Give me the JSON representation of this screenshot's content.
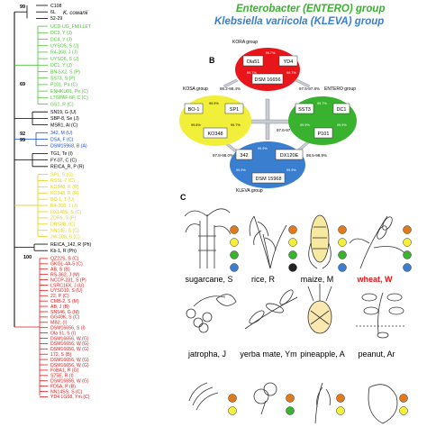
{
  "header": {
    "entero_group": "Enterobacter (ENTERO) group",
    "kleva_group": "Klebsiella variicola (KLEVA) group"
  },
  "panel_labels": {
    "b": "B",
    "c": "C"
  },
  "colors": {
    "kosa": "#f2ef3a",
    "kora": "#e8151b",
    "entero": "#39b22f",
    "kleva": "#3a7ed0",
    "tree_black": "#000000",
    "tree_green": "#4fc23a",
    "tree_blue": "#1f4fd8",
    "tree_yellow": "#e0d21e",
    "tree_red": "#e11a1a",
    "arrow_grey": "#c9cdd3"
  },
  "tree": {
    "top_species": "K. cowanii",
    "bootstrap": [
      "99",
      "69",
      "92",
      "99",
      "100"
    ],
    "black_top": [
      "C108",
      "6L",
      "52-29"
    ],
    "green": [
      "UCD-UG_FMILLET",
      "DC3, Y (J)",
      "DC4, Y (J)",
      "UYSO5, S (J)",
      "R4-368, J (J)",
      "UYSO6, S (J)",
      "DC1, Y (J)",
      "BN-5X2, S (P)",
      "SS73, S (P)",
      "P101, Pa (C)",
      "ENHKU01, Pe (C)",
      "LTGPAF-6F, C (C)",
      "GS1, R (C)"
    ],
    "black_mid": [
      "SN19, G (U)",
      "SBP-8, Se (J)",
      "MSR1, Al (C)"
    ],
    "blue": [
      "342, M (U)",
      "DSA, F (C)",
      "DSM15968, B (A)"
    ],
    "black_mid2": [
      "TG1, Te (I)",
      "FY-07, C (C)",
      "REICA_R, P (R)"
    ],
    "yellow": [
      "SP1, S (C)",
      "RSSL-7 (C)",
      "KO348, R (R)",
      "KO348, R (R)",
      "BO-1, T (U)",
      "R4-368, J (J)",
      "HX148S, S (C)",
      "ZDR6, S (P)",
      "DRS8B, (C)",
      "NN14E, S (C)",
      "JW-208, S (C)"
    ],
    "black_mid3": [
      "REICA_142, R (Ph)",
      "Kb-1, R (Ph)"
    ],
    "red": [
      "QZ22S, S (C)",
      "GKGL-4A-5 (C)",
      "AB, S (B)",
      "RS-362, J (M)",
      "NCCP-231, S (P)",
      "LSRC16X, J (U)",
      "UYSO10, S (U)",
      "22, P (C)",
      "CMB-2, S (M)",
      "AB, J (B)",
      "SN546, G (M)",
      "GG49K, S (C)",
      "MB2, (I)",
      "DSM16656, S (I)",
      "Ola 51, S (I)",
      "DSM16656, W (G)",
      "DSM16656, W (G)",
      "DSM16656, W (G)",
      "172, S (B)",
      "DSM16656, W (G)",
      "DSM16656, W (G)",
      "FoBA1, R (G)",
      "S75E, R (I)",
      "DSM16656, W (G)",
      "FD5A, P (B)",
      "NN14SS, S (C)",
      "YD4 LG68, Ym (C)"
    ]
  },
  "panel_b": {
    "kora": {
      "name": "KORA group",
      "nodes": [
        "Ola51",
        "YD4",
        "DSM 16656"
      ],
      "pcts": [
        "99.7%",
        "99.7%",
        "99.7%"
      ]
    },
    "kosa": {
      "name": "KOSA group",
      "nodes": [
        "BO-1",
        "SP1",
        "KO348"
      ],
      "pcts": [
        "99.9%",
        "99.8%",
        "99.7%"
      ]
    },
    "entero": {
      "name": "ENTERO group",
      "nodes": [
        "SST3",
        "DC1",
        "P101"
      ],
      "pcts": [
        "99.7%",
        "99.9%",
        "99.9%"
      ]
    },
    "kleva": {
      "name": "KLEVA group",
      "nodes": [
        "342",
        "DX120E",
        "DSM 15968"
      ],
      "pcts": [
        "99.9%",
        "99.9%",
        "99.9%"
      ]
    },
    "ranges": {
      "kora_kosa": "98.2-98.4%",
      "kora_entero": "97.5-97.8%",
      "kosa_kleva": "97.8-98.0%",
      "entero_kleva": "98.5-98.9%",
      "center": "97.6-97.9%"
    }
  },
  "panel_c": {
    "plants": [
      "sugarcane, S",
      "rice, R",
      "maize, M",
      "wheat, W",
      "jatropha, J",
      "yerba mate, Ym",
      "pineapple, A",
      "peanut, Ar"
    ]
  }
}
